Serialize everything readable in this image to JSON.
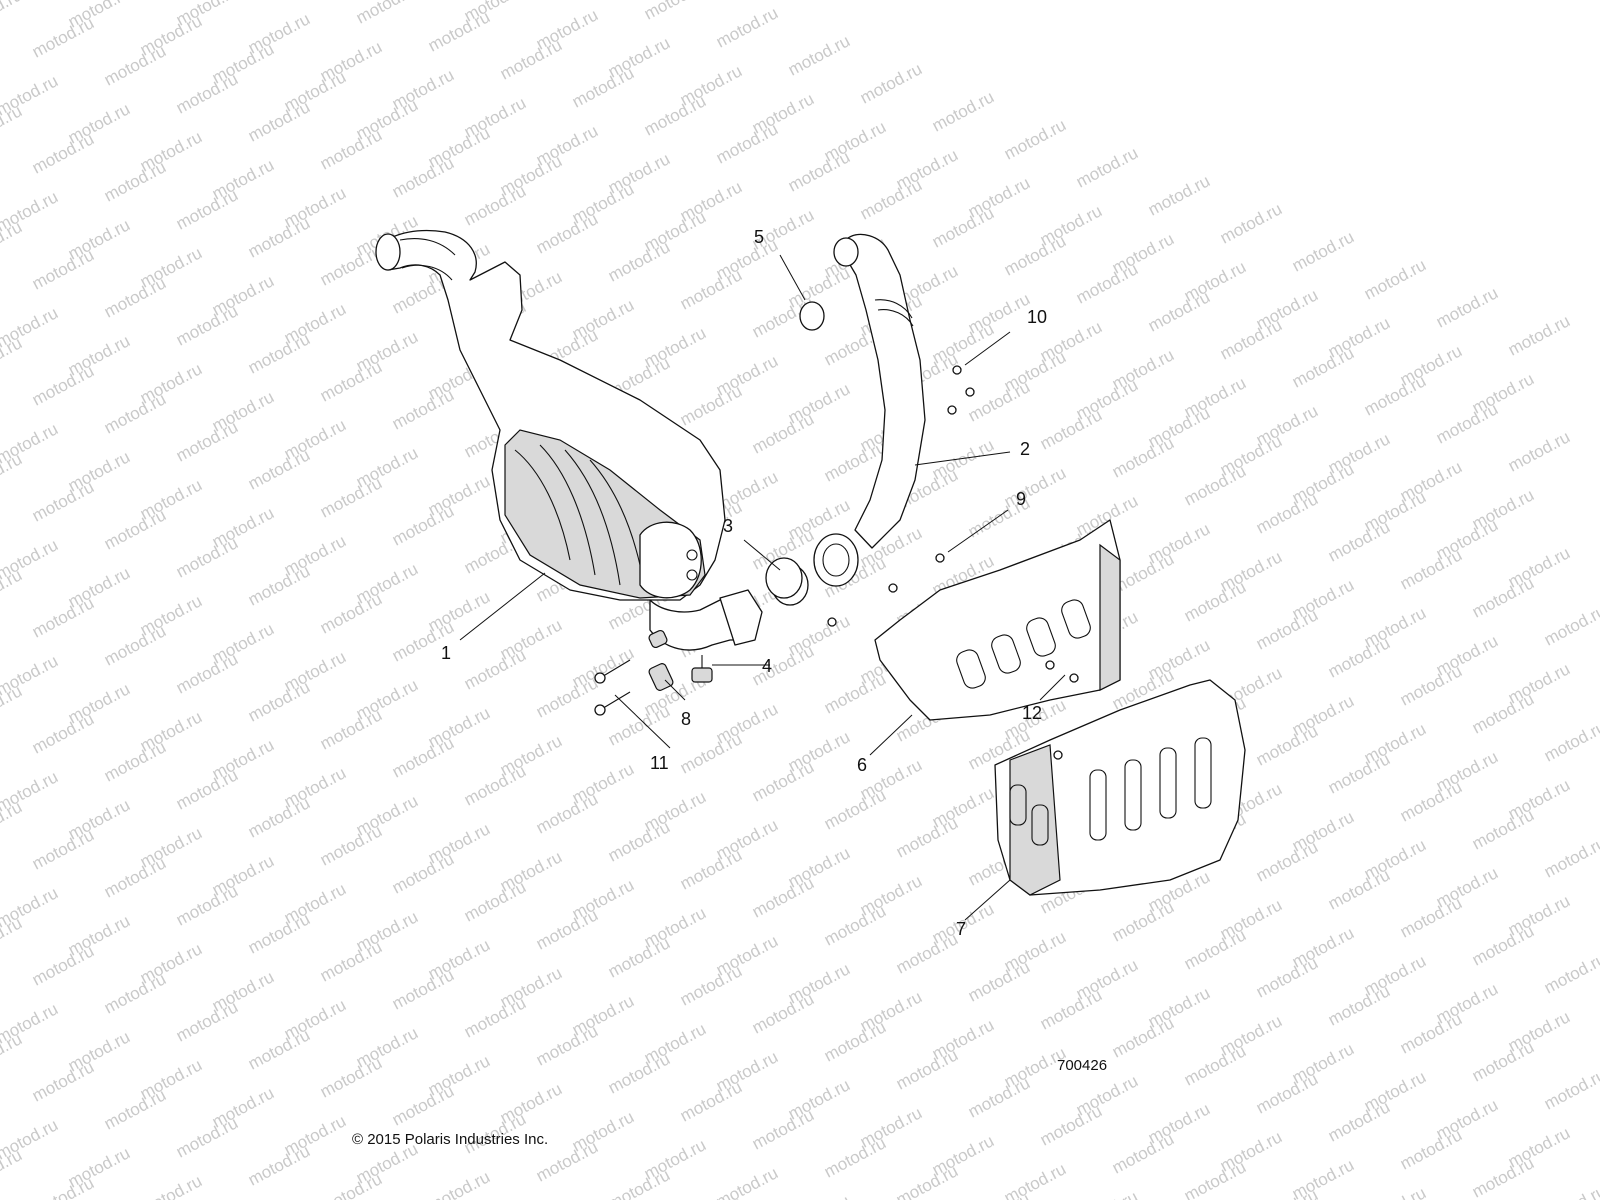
{
  "watermark": {
    "text": "motod.ru",
    "color": "#c9c9c9"
  },
  "callouts": [
    {
      "id": "1",
      "label": "1"
    },
    {
      "id": "2",
      "label": "2"
    },
    {
      "id": "3",
      "label": "3"
    },
    {
      "id": "4",
      "label": "4"
    },
    {
      "id": "5",
      "label": "5"
    },
    {
      "id": "6",
      "label": "6"
    },
    {
      "id": "7",
      "label": "7"
    },
    {
      "id": "8",
      "label": "8"
    },
    {
      "id": "9",
      "label": "9"
    },
    {
      "id": "10",
      "label": "10"
    },
    {
      "id": "11",
      "label": "11"
    },
    {
      "id": "12",
      "label": "12"
    }
  ],
  "diagram_number": "700426",
  "copyright": "© 2015 Polaris Industries Inc.",
  "colors": {
    "line": "#111111",
    "shade": "#d9d9d9",
    "background": "#ffffff"
  }
}
